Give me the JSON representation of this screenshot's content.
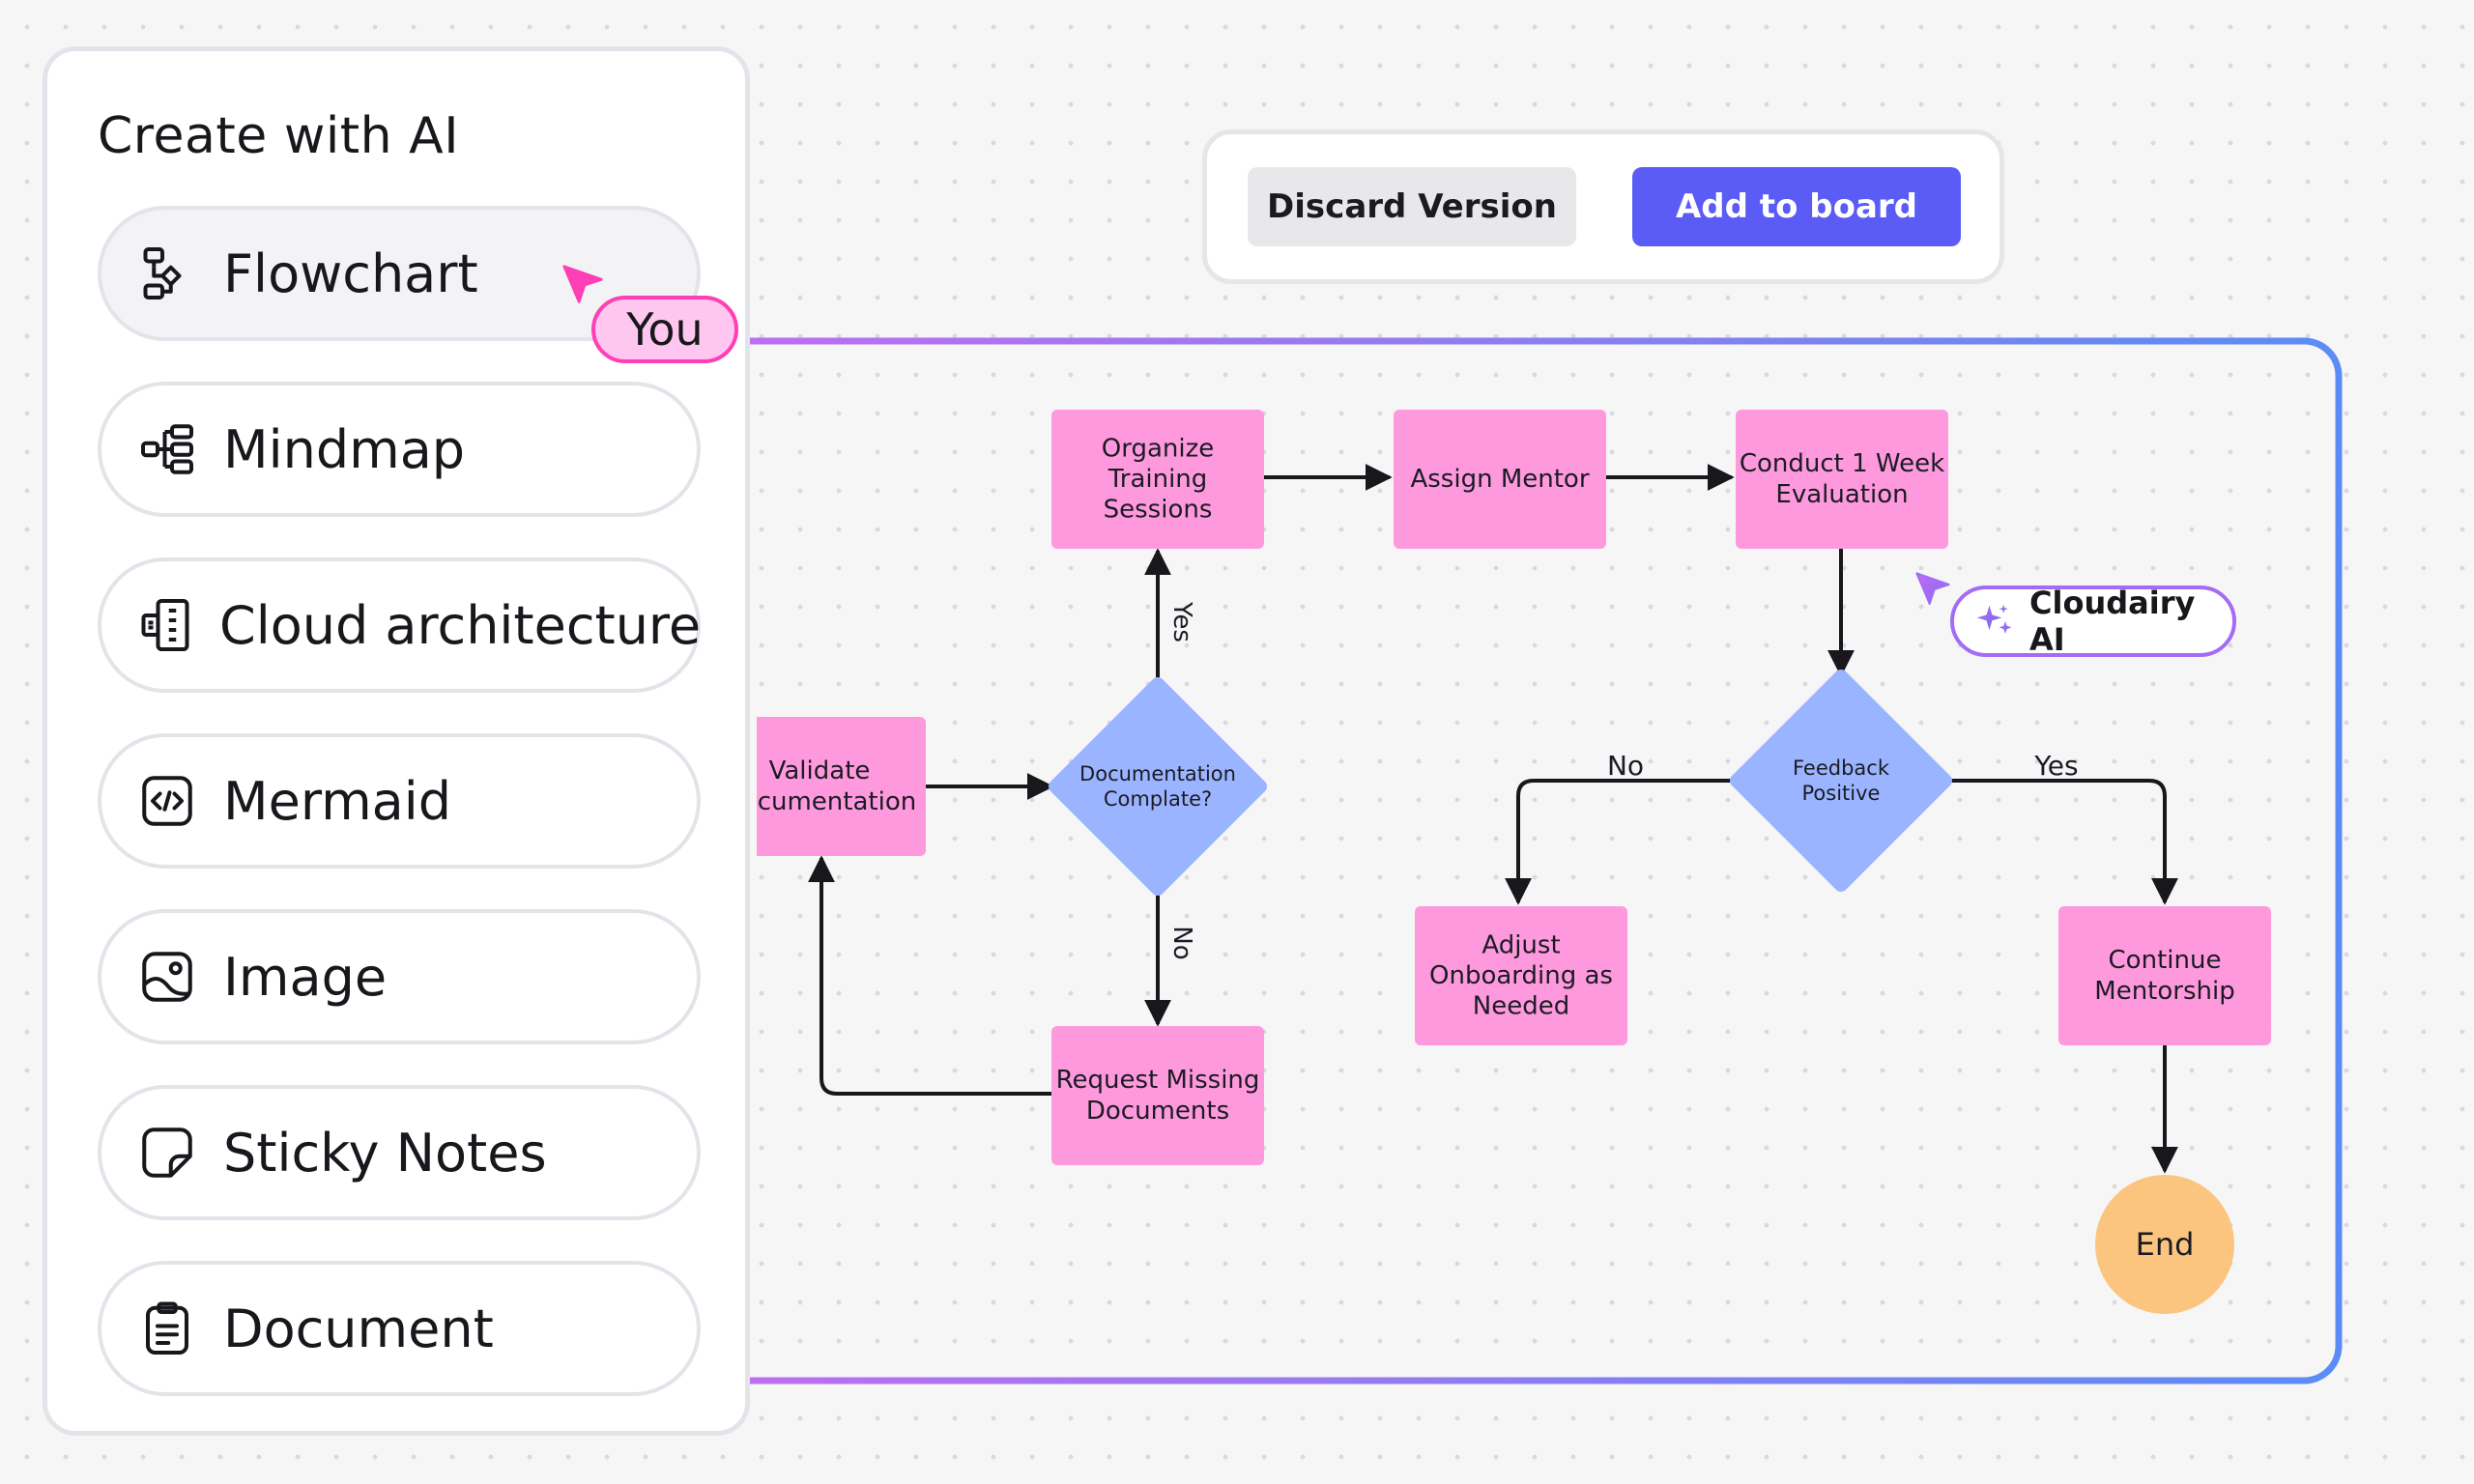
{
  "panel": {
    "title": "Create with AI",
    "options": [
      {
        "label": "Flowchart",
        "icon": "flowchart-icon",
        "selected": true
      },
      {
        "label": "Mindmap",
        "icon": "mindmap-icon"
      },
      {
        "label": "Cloud architecture",
        "icon": "cloud-architecture-icon"
      },
      {
        "label": "Mermaid",
        "icon": "code-icon"
      },
      {
        "label": "Image",
        "icon": "image-icon"
      },
      {
        "label": "Sticky Notes",
        "icon": "sticky-note-icon"
      },
      {
        "label": "Document",
        "icon": "document-icon"
      }
    ]
  },
  "cursor": {
    "user_label": "You",
    "user_color": "#ff3fb5"
  },
  "actions": {
    "discard_label": "Discard Version",
    "add_label": "Add to board",
    "add_color": "#5b5cf5"
  },
  "ai_badge": {
    "label": "Cloudairy AI",
    "icon": "sparkle-icon",
    "color": "#a46cf5"
  },
  "flowchart": {
    "colors": {
      "process": "#ff99dd",
      "decision": "#9bb4ff",
      "end": "#fcc57f",
      "frame_start": "#c56cf0",
      "frame_end": "#5b8cf5"
    },
    "nodes": {
      "validate": {
        "lines": [
          "Validate",
          "Documentation"
        ]
      },
      "doc_complete": {
        "lines": [
          "Documentation",
          "Complate?"
        ]
      },
      "organize": {
        "lines": [
          "Organize",
          "Training",
          "Sessions"
        ]
      },
      "request_missing": {
        "lines": [
          "Request Missing",
          "Documents"
        ]
      },
      "assign_mentor": {
        "lines": [
          "Assign Mentor"
        ]
      },
      "conduct_eval": {
        "lines": [
          "Conduct 1 Week",
          "Evaluation"
        ]
      },
      "feedback": {
        "lines": [
          "Feedback",
          "Positive"
        ]
      },
      "adjust": {
        "lines": [
          "Adjust",
          "Onboarding as",
          "Needed"
        ]
      },
      "continue": {
        "lines": [
          "Continue",
          "Mentorship"
        ]
      },
      "end": {
        "lines": [
          "End"
        ]
      }
    },
    "edge_labels": {
      "yes_up": "Yes",
      "no_down": "No",
      "no_left": "No",
      "yes_right": "Yes"
    }
  }
}
